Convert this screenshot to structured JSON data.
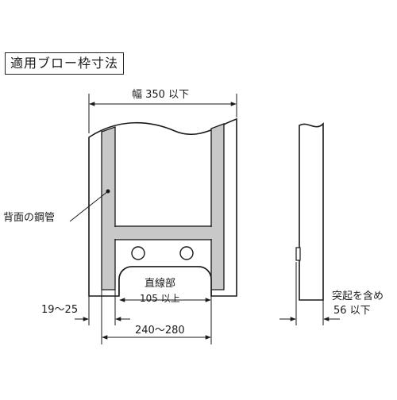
{
  "title": "適用ブロー枠寸法",
  "labels": {
    "width_max": "幅 350 以下",
    "back_pipe": "背面の鋼管",
    "straight_section": "直線部",
    "straight_value": "105 以上",
    "side_margin": "19～25",
    "pipe_span": "240～280",
    "projection_note": "突起を含め",
    "depth_max": "56 以下"
  },
  "colors": {
    "line": "#1a1a1a",
    "pipe_fill": "#c8c8c8",
    "background": "#ffffff"
  }
}
